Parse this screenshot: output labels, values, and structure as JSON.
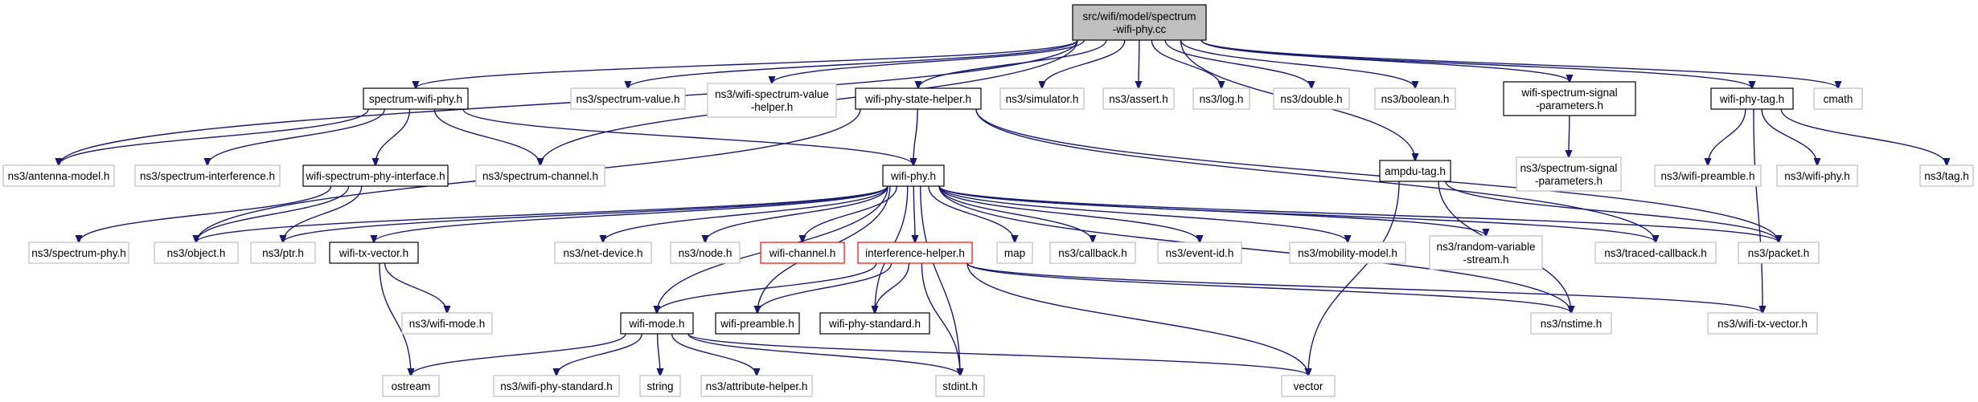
{
  "graph": {
    "nodes": [
      {
        "id": "root",
        "lines": [
          "src/wifi/model/spectrum",
          "-wifi-phy.cc"
        ],
        "kind": "root"
      },
      {
        "id": "spectrum-wifi-phy",
        "lines": [
          "spectrum-wifi-phy.h"
        ],
        "kind": "doc"
      },
      {
        "id": "spectrum-value",
        "lines": [
          "ns3/spectrum-value.h"
        ],
        "kind": "ext"
      },
      {
        "id": "wifi-spectrum-value-helper",
        "lines": [
          "ns3/wifi-spectrum-value",
          "-helper.h"
        ],
        "kind": "ext"
      },
      {
        "id": "wifi-phy-state-helper",
        "lines": [
          "wifi-phy-state-helper.h"
        ],
        "kind": "doc"
      },
      {
        "id": "simulator",
        "lines": [
          "ns3/simulator.h"
        ],
        "kind": "ext"
      },
      {
        "id": "assert",
        "lines": [
          "ns3/assert.h"
        ],
        "kind": "ext"
      },
      {
        "id": "log",
        "lines": [
          "ns3/log.h"
        ],
        "kind": "ext"
      },
      {
        "id": "double",
        "lines": [
          "ns3/double.h"
        ],
        "kind": "ext"
      },
      {
        "id": "boolean",
        "lines": [
          "ns3/boolean.h"
        ],
        "kind": "ext"
      },
      {
        "id": "wifi-spectrum-signal-parameters",
        "lines": [
          "wifi-spectrum-signal",
          "-parameters.h"
        ],
        "kind": "doc"
      },
      {
        "id": "wifi-phy-tag",
        "lines": [
          "wifi-phy-tag.h"
        ],
        "kind": "doc"
      },
      {
        "id": "cmath",
        "lines": [
          "cmath"
        ],
        "kind": "ext"
      },
      {
        "id": "antenna-model",
        "lines": [
          "ns3/antenna-model.h"
        ],
        "kind": "ext"
      },
      {
        "id": "spectrum-interference",
        "lines": [
          "ns3/spectrum-interference.h"
        ],
        "kind": "ext"
      },
      {
        "id": "wifi-spectrum-phy-interface",
        "lines": [
          "wifi-spectrum-phy-interface.h"
        ],
        "kind": "doc"
      },
      {
        "id": "spectrum-channel",
        "lines": [
          "ns3/spectrum-channel.h"
        ],
        "kind": "ext"
      },
      {
        "id": "wifi-phy",
        "lines": [
          "wifi-phy.h"
        ],
        "kind": "doc"
      },
      {
        "id": "ampdu-tag",
        "lines": [
          "ampdu-tag.h"
        ],
        "kind": "doc"
      },
      {
        "id": "spectrum-signal-parameters",
        "lines": [
          "ns3/spectrum-signal",
          "-parameters.h"
        ],
        "kind": "ext"
      },
      {
        "id": "wifi-preamble-ext",
        "lines": [
          "ns3/wifi-preamble.h"
        ],
        "kind": "ext"
      },
      {
        "id": "wifi-phy-ext",
        "lines": [
          "ns3/wifi-phy.h"
        ],
        "kind": "ext"
      },
      {
        "id": "tag",
        "lines": [
          "ns3/tag.h"
        ],
        "kind": "ext"
      },
      {
        "id": "spectrum-phy",
        "lines": [
          "ns3/spectrum-phy.h"
        ],
        "kind": "ext"
      },
      {
        "id": "object",
        "lines": [
          "ns3/object.h"
        ],
        "kind": "ext"
      },
      {
        "id": "ptr",
        "lines": [
          "ns3/ptr.h"
        ],
        "kind": "ext"
      },
      {
        "id": "wifi-tx-vector",
        "lines": [
          "wifi-tx-vector.h"
        ],
        "kind": "doc"
      },
      {
        "id": "net-device",
        "lines": [
          "ns3/net-device.h"
        ],
        "kind": "ext"
      },
      {
        "id": "node",
        "lines": [
          "ns3/node.h"
        ],
        "kind": "ext"
      },
      {
        "id": "wifi-channel",
        "lines": [
          "wifi-channel.h"
        ],
        "kind": "trunc"
      },
      {
        "id": "interference-helper",
        "lines": [
          "interference-helper.h"
        ],
        "kind": "trunc"
      },
      {
        "id": "map",
        "lines": [
          "map"
        ],
        "kind": "ext"
      },
      {
        "id": "callback",
        "lines": [
          "ns3/callback.h"
        ],
        "kind": "ext"
      },
      {
        "id": "event-id",
        "lines": [
          "ns3/event-id.h"
        ],
        "kind": "ext"
      },
      {
        "id": "mobility-model",
        "lines": [
          "ns3/mobility-model.h"
        ],
        "kind": "ext"
      },
      {
        "id": "random-variable-stream",
        "lines": [
          "ns3/random-variable",
          "-stream.h"
        ],
        "kind": "ext"
      },
      {
        "id": "traced-callback",
        "lines": [
          "ns3/traced-callback.h"
        ],
        "kind": "ext"
      },
      {
        "id": "packet",
        "lines": [
          "ns3/packet.h"
        ],
        "kind": "ext"
      },
      {
        "id": "wifi-mode-ext",
        "lines": [
          "ns3/wifi-mode.h"
        ],
        "kind": "ext"
      },
      {
        "id": "wifi-preamble",
        "lines": [
          "wifi-preamble.h"
        ],
        "kind": "doc"
      },
      {
        "id": "wifi-phy-standard",
        "lines": [
          "wifi-phy-standard.h"
        ],
        "kind": "doc"
      },
      {
        "id": "nstime",
        "lines": [
          "ns3/nstime.h"
        ],
        "kind": "ext"
      },
      {
        "id": "wifi-tx-vector-ext",
        "lines": [
          "ns3/wifi-tx-vector.h"
        ],
        "kind": "ext"
      },
      {
        "id": "wifi-mode",
        "lines": [
          "wifi-mode.h"
        ],
        "kind": "doc"
      },
      {
        "id": "ostream",
        "lines": [
          "ostream"
        ],
        "kind": "ext"
      },
      {
        "id": "wifi-phy-standard-ext",
        "lines": [
          "ns3/wifi-phy-standard.h"
        ],
        "kind": "ext"
      },
      {
        "id": "string",
        "lines": [
          "string"
        ],
        "kind": "ext"
      },
      {
        "id": "attribute-helper",
        "lines": [
          "ns3/attribute-helper.h"
        ],
        "kind": "ext"
      },
      {
        "id": "stdint",
        "lines": [
          "stdint.h"
        ],
        "kind": "ext"
      },
      {
        "id": "vector",
        "lines": [
          "vector"
        ],
        "kind": "ext"
      }
    ],
    "edges": [
      [
        "root",
        "spectrum-wifi-phy"
      ],
      [
        "root",
        "antenna-model"
      ],
      [
        "root",
        "spectrum-channel"
      ],
      [
        "root",
        "spectrum-value"
      ],
      [
        "root",
        "wifi-spectrum-value-helper"
      ],
      [
        "root",
        "wifi-phy-state-helper"
      ],
      [
        "root",
        "simulator"
      ],
      [
        "root",
        "assert"
      ],
      [
        "root",
        "log"
      ],
      [
        "root",
        "double"
      ],
      [
        "root",
        "boolean"
      ],
      [
        "root",
        "wifi-spectrum-signal-parameters"
      ],
      [
        "root",
        "wifi-phy-tag"
      ],
      [
        "root",
        "cmath"
      ],
      [
        "root",
        "ampdu-tag"
      ],
      [
        "spectrum-wifi-phy",
        "antenna-model"
      ],
      [
        "spectrum-wifi-phy",
        "spectrum-interference"
      ],
      [
        "spectrum-wifi-phy",
        "wifi-spectrum-phy-interface"
      ],
      [
        "spectrum-wifi-phy",
        "spectrum-channel"
      ],
      [
        "spectrum-wifi-phy",
        "wifi-phy"
      ],
      [
        "wifi-spectrum-phy-interface",
        "spectrum-phy"
      ],
      [
        "wifi-spectrum-phy-interface",
        "object"
      ],
      [
        "wifi-spectrum-phy-interface",
        "ptr"
      ],
      [
        "wifi-phy-state-helper",
        "wifi-phy"
      ],
      [
        "wifi-phy-state-helper",
        "object"
      ],
      [
        "wifi-phy-state-helper",
        "traced-callback"
      ],
      [
        "wifi-phy-state-helper",
        "packet"
      ],
      [
        "wifi-spectrum-signal-parameters",
        "spectrum-signal-parameters"
      ],
      [
        "wifi-phy-tag",
        "wifi-preamble-ext"
      ],
      [
        "wifi-phy-tag",
        "wifi-phy-ext"
      ],
      [
        "wifi-phy-tag",
        "tag"
      ],
      [
        "wifi-phy-tag",
        "wifi-tx-vector-ext"
      ],
      [
        "ampdu-tag",
        "packet"
      ],
      [
        "ampdu-tag",
        "nstime"
      ],
      [
        "ampdu-tag",
        "vector"
      ],
      [
        "wifi-phy",
        "object"
      ],
      [
        "wifi-phy",
        "ptr"
      ],
      [
        "wifi-phy",
        "wifi-tx-vector"
      ],
      [
        "wifi-phy",
        "net-device"
      ],
      [
        "wifi-phy",
        "node"
      ],
      [
        "wifi-phy",
        "wifi-channel"
      ],
      [
        "wifi-phy",
        "interference-helper"
      ],
      [
        "wifi-phy",
        "map"
      ],
      [
        "wifi-phy",
        "callback"
      ],
      [
        "wifi-phy",
        "event-id"
      ],
      [
        "wifi-phy",
        "mobility-model"
      ],
      [
        "wifi-phy",
        "random-variable-stream"
      ],
      [
        "wifi-phy",
        "traced-callback"
      ],
      [
        "wifi-phy",
        "packet"
      ],
      [
        "wifi-phy",
        "nstime"
      ],
      [
        "wifi-phy",
        "wifi-mode"
      ],
      [
        "wifi-phy",
        "wifi-preamble"
      ],
      [
        "wifi-phy",
        "wifi-phy-standard"
      ],
      [
        "wifi-phy",
        "stdint"
      ],
      [
        "wifi-tx-vector",
        "wifi-mode-ext"
      ],
      [
        "wifi-tx-vector",
        "ostream"
      ],
      [
        "interference-helper",
        "wifi-mode"
      ],
      [
        "interference-helper",
        "wifi-preamble"
      ],
      [
        "interference-helper",
        "wifi-phy-standard"
      ],
      [
        "interference-helper",
        "nstime"
      ],
      [
        "interference-helper",
        "wifi-tx-vector-ext"
      ],
      [
        "interference-helper",
        "stdint"
      ],
      [
        "interference-helper",
        "vector"
      ],
      [
        "wifi-mode",
        "ostream"
      ],
      [
        "wifi-mode",
        "wifi-phy-standard-ext"
      ],
      [
        "wifi-mode",
        "string"
      ],
      [
        "wifi-mode",
        "attribute-helper"
      ],
      [
        "wifi-mode",
        "stdint"
      ],
      [
        "wifi-mode",
        "vector"
      ]
    ]
  }
}
